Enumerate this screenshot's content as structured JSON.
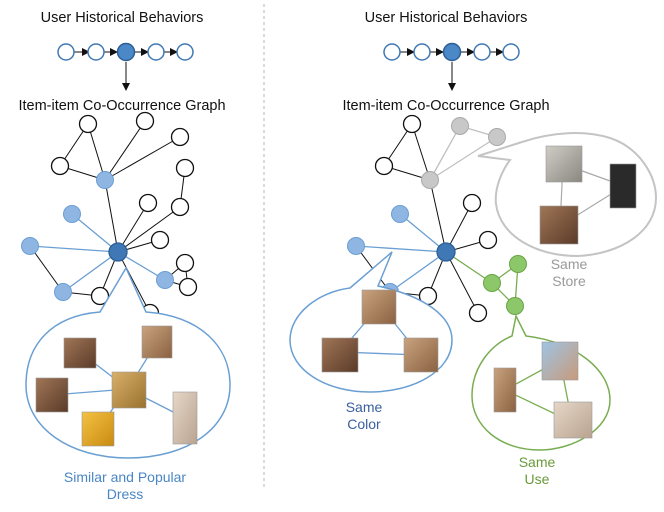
{
  "left_panel": {
    "heading": "User Historical Behaviors",
    "graph_title": "Item-item Co-Occurrence Graph",
    "callout_label_line1": "Similar and Popular",
    "callout_label_line2": "Dress"
  },
  "right_panel": {
    "heading": "User Historical Behaviors",
    "graph_title": "Item-item Co-Occurrence Graph",
    "store_label_line1": "Same",
    "store_label_line2": "Store",
    "color_label_line1": "Same",
    "color_label_line2": "Color",
    "use_label_line1": "Same",
    "use_label_line2": "Use"
  },
  "colors": {
    "blue_dark": "#3f78b5",
    "blue_light": "#8fb6e3",
    "gray_node": "#c8c8c8",
    "green_node": "#8cc86a",
    "green_edge": "#79ad52",
    "blue_edge": "#6a9fd3",
    "color_label": "#3a5f9e",
    "store_label": "#999999",
    "use_label": "#6a9a3a",
    "dress_label": "#4a86c5"
  }
}
